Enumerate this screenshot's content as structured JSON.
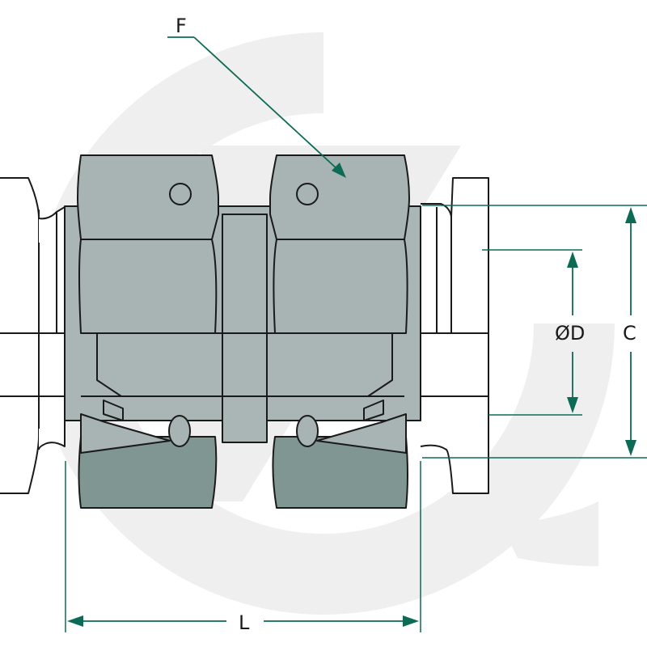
{
  "labels": {
    "nut": "F",
    "bore_diameter": "ØD",
    "outer_dimension": "C",
    "length": "L"
  },
  "colors": {
    "nut_fill": "#a7b4b3",
    "body_fill": "#a9b6b5",
    "nut_dark_fill": "#7f9693",
    "dimension_line": "#0b6b55",
    "outline": "#1a1a1a",
    "watermark": "#ececec"
  }
}
